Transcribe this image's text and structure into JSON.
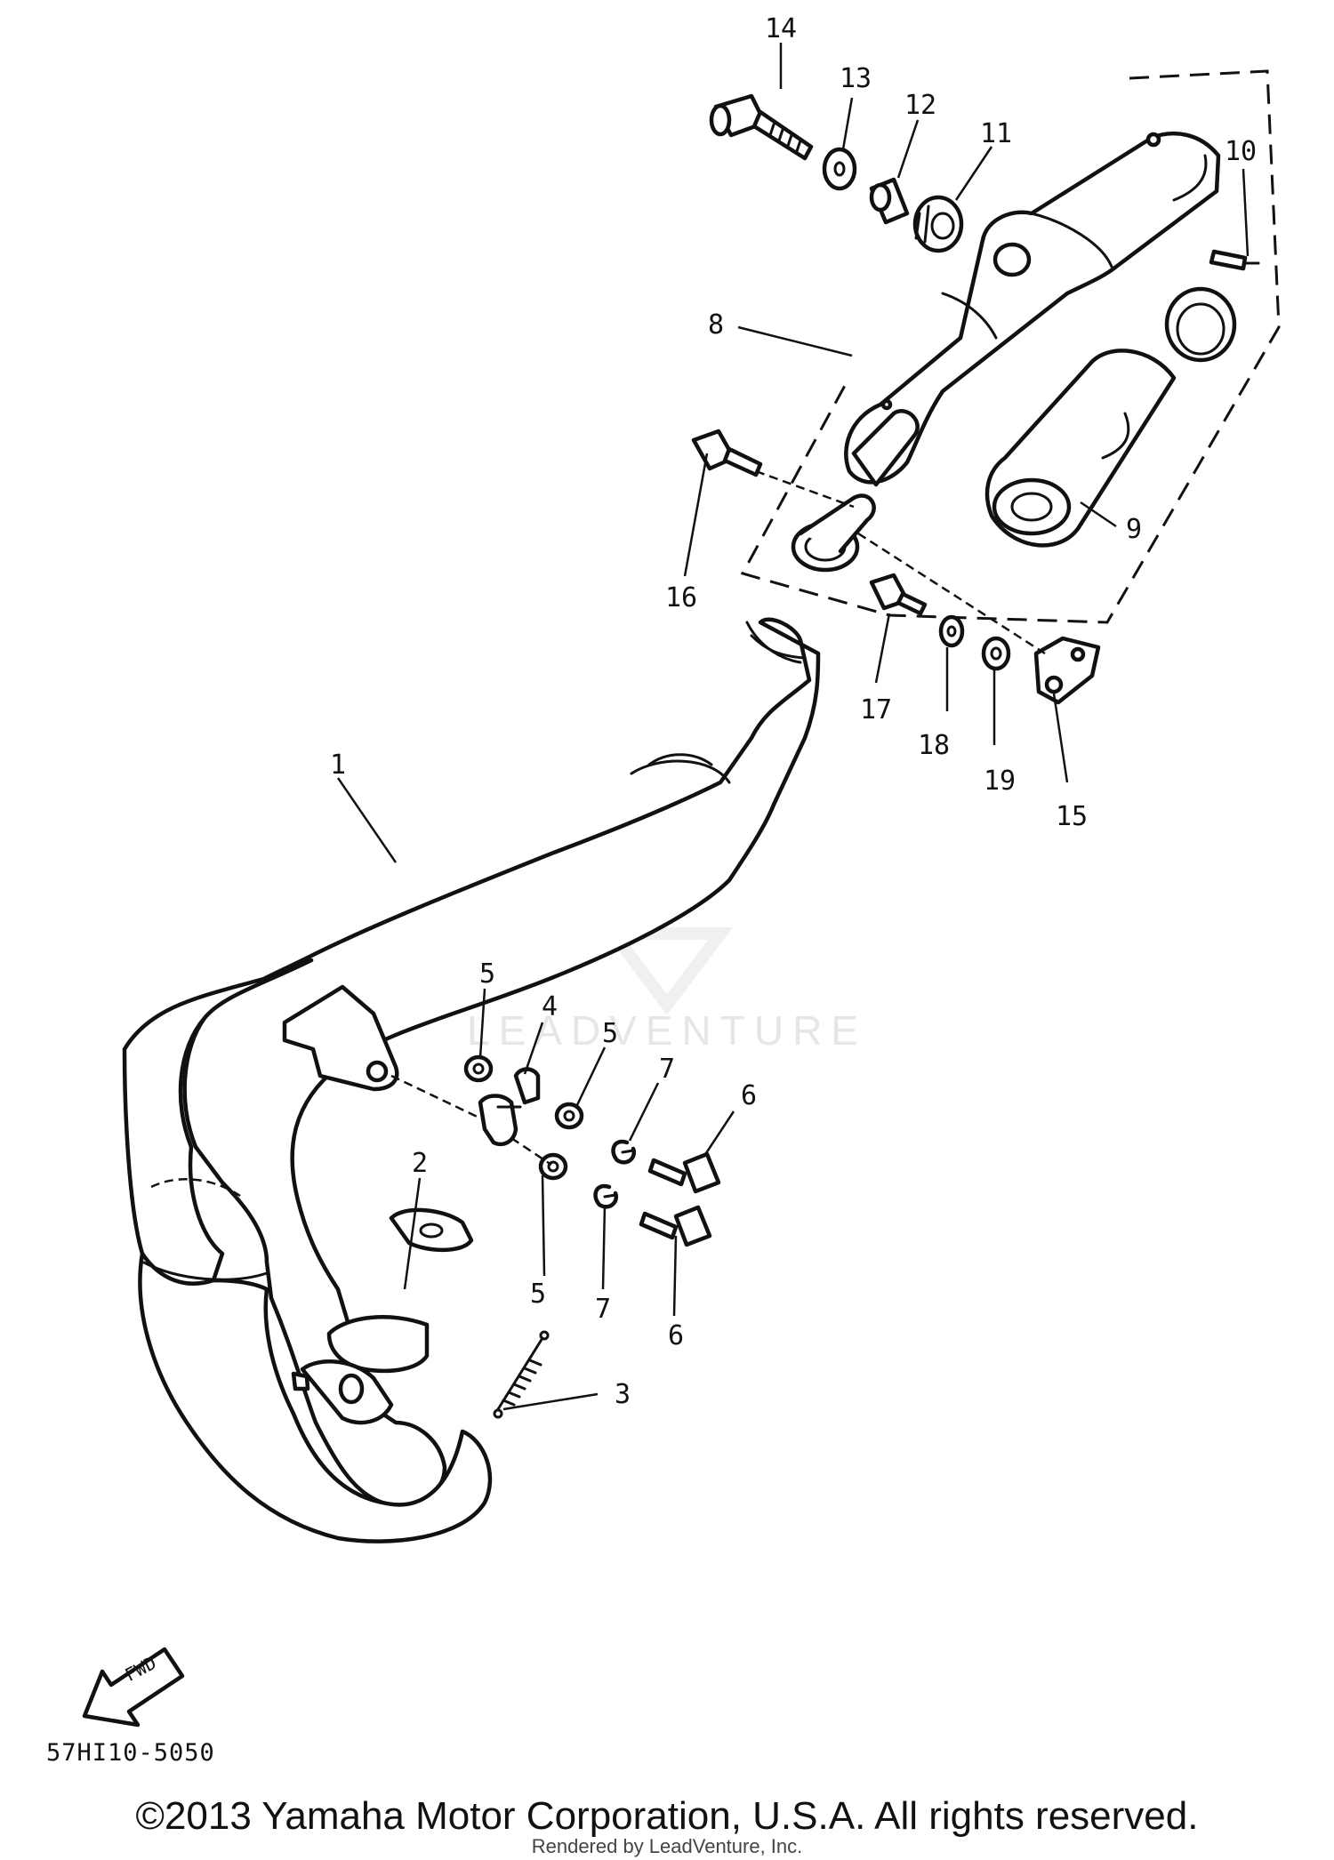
{
  "diagram": {
    "drawing_code": "57HI10-5050",
    "copyright": "©2013 Yamaha Motor Corporation, U.S.A. All rights reserved.",
    "rendered_by": "Rendered by LeadVenture, Inc.",
    "watermark": "LEADVENTURE",
    "fwd_label": "FWD",
    "callouts": [
      "1",
      "2",
      "3",
      "4",
      "5",
      "5",
      "5",
      "6",
      "6",
      "7",
      "7",
      "8",
      "9",
      "10",
      "11",
      "12",
      "13",
      "14",
      "15",
      "16",
      "17",
      "18",
      "19"
    ]
  }
}
